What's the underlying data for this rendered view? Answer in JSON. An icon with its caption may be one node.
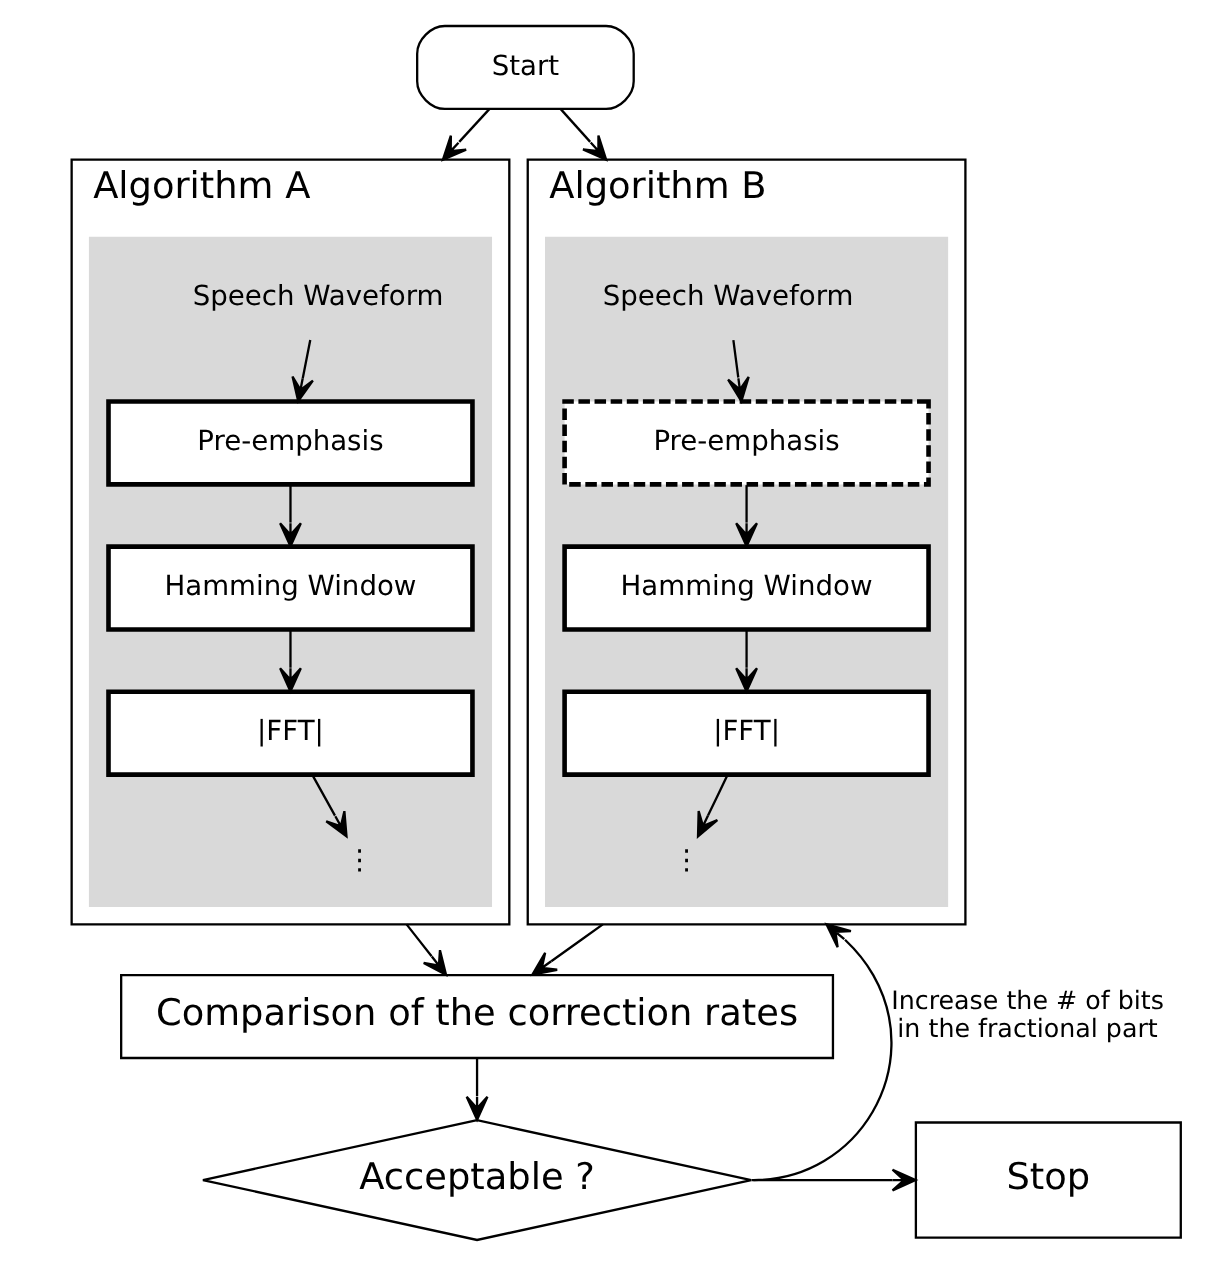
{
  "diagram": {
    "nodes": [
      {
        "text": [
          "Start"
        ]
      },
      {
        "text": [
          "Algorithm A"
        ]
      },
      {
        "text": [],
        "shape": "box",
        "in": 1
      },
      {
        "text": [
          "Speech Waveform"
        ],
        "in": 2
      },
      {
        "text": [
          "Pre-emphasis"
        ],
        "in": 2
      },
      {
        "text": [
          "Hamming Window"
        ],
        "in": 2
      },
      {
        "text": [
          "|FFT|"
        ],
        "in": 2
      },
      {
        "text": [
          "⋮"
        ],
        "in": 2
      },
      {
        "text": [
          "Algorithm B"
        ]
      },
      {
        "text": [],
        "shape": "box",
        "in": 8
      },
      {
        "text": [
          "Speech Waveform"
        ],
        "in": 9
      },
      {
        "text": [
          "Pre-emphasis"
        ],
        "in": 9
      },
      {
        "text": [
          "Hamming Window"
        ],
        "in": 9
      },
      {
        "text": [
          "|FFT|"
        ],
        "in": 9
      },
      {
        "text": [
          "⋮"
        ],
        "in": 9
      },
      {
        "text": [
          "Comparison of the correction rates"
        ]
      },
      {
        "text": [
          "Acceptable ?"
        ]
      },
      {
        "text": [
          "Stop"
        ]
      }
    ],
    "edges": [
      {
        "from": 0,
        "to": 1,
        "arrow": "to"
      },
      {
        "from": 0,
        "to": 8,
        "arrow": "to"
      },
      {
        "from": 3,
        "to": 4,
        "arrow": "to"
      },
      {
        "from": 4,
        "to": 5,
        "arrow": "to"
      },
      {
        "from": 5,
        "to": 6,
        "arrow": "to"
      },
      {
        "from": 6,
        "to": 7,
        "arrow": "to"
      },
      {
        "from": 10,
        "to": 11,
        "arrow": "to"
      },
      {
        "from": 11,
        "to": 12,
        "arrow": "to"
      },
      {
        "from": 12,
        "to": 13,
        "arrow": "to"
      },
      {
        "from": 13,
        "to": 14,
        "arrow": "to"
      },
      {
        "from": 1,
        "to": 15,
        "arrow": "to"
      },
      {
        "from": 8,
        "to": 15,
        "arrow": "to"
      },
      {
        "from": 15,
        "to": 16,
        "arrow": "to"
      },
      {
        "from": 16,
        "to": 17,
        "arrow": "to"
      },
      {
        "from": 16,
        "to": 8,
        "arrow": "to",
        "label": "Increase the # of bits in the fractional part"
      }
    ]
  }
}
